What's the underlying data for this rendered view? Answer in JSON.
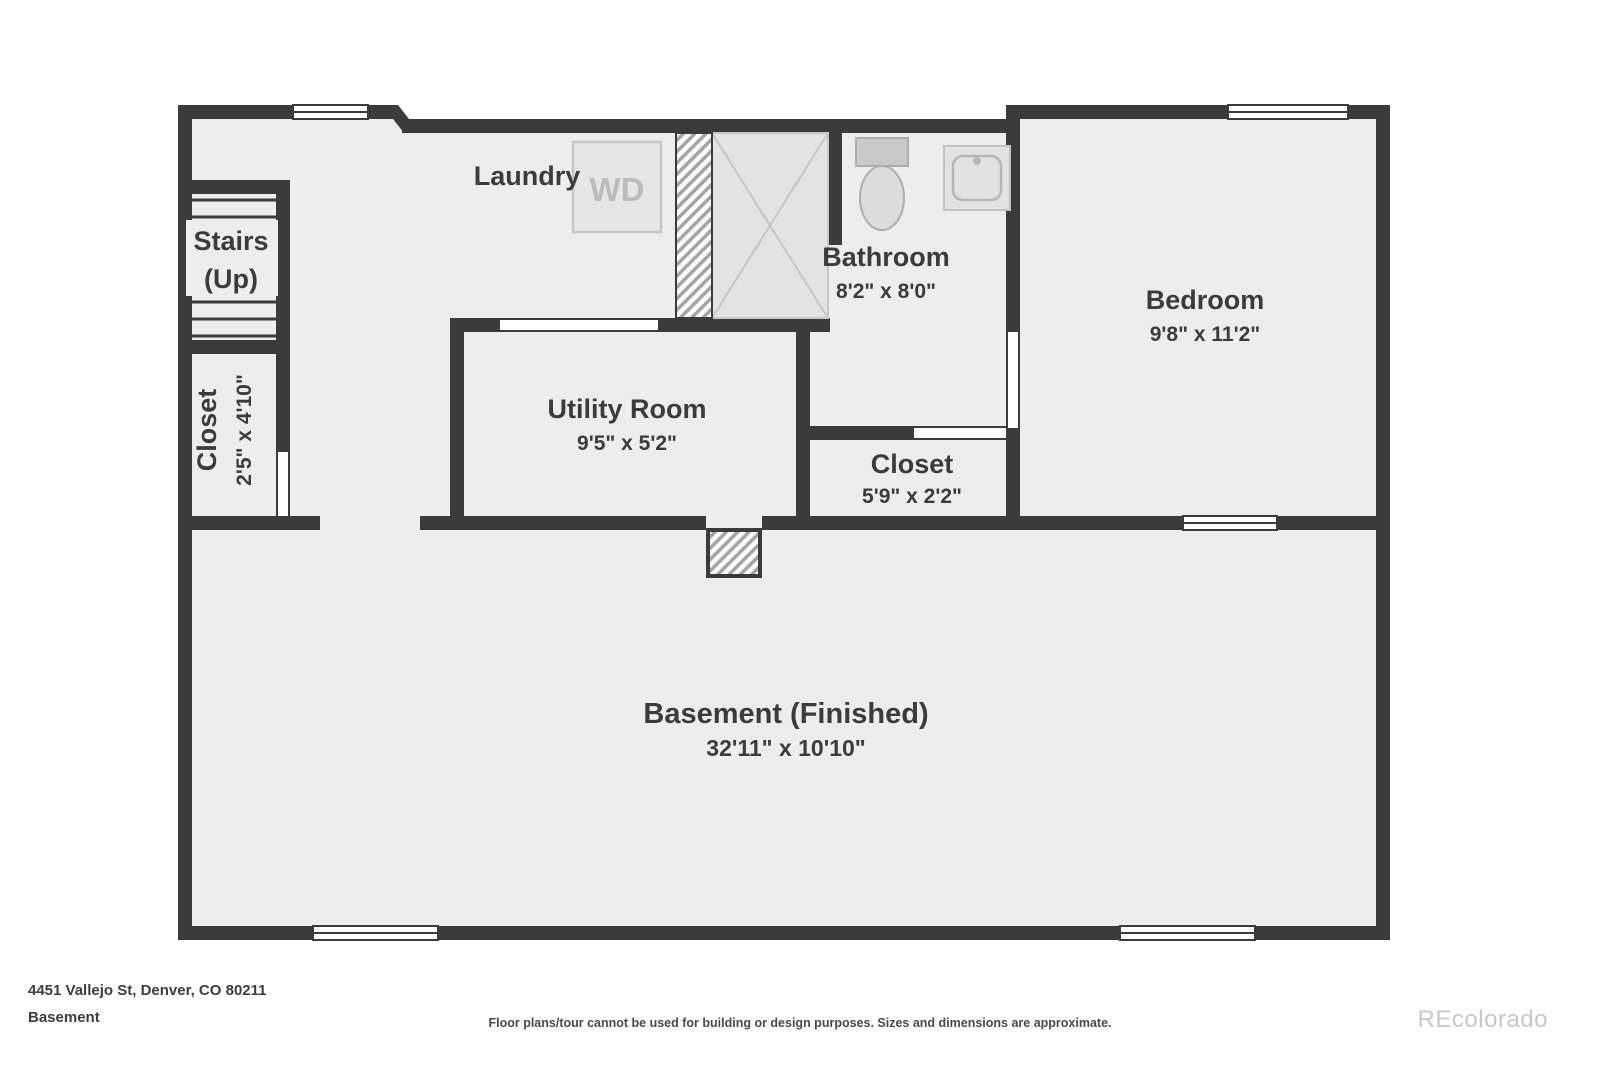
{
  "rooms": {
    "laundry": {
      "name": "Laundry"
    },
    "stairs": {
      "name": "Stairs",
      "name2": "(Up)"
    },
    "closet_left": {
      "name": "Closet",
      "dims": "2'5\" x 4'10\""
    },
    "utility": {
      "name": "Utility Room",
      "dims": "9'5\" x 5'2\""
    },
    "bathroom": {
      "name": "Bathroom",
      "dims": "8'2\" x 8'0\""
    },
    "closet_hall": {
      "name": "Closet",
      "dims": "5'9\" x 2'2\""
    },
    "bedroom": {
      "name": "Bedroom",
      "dims": "9'8\" x 11'2\""
    },
    "basement": {
      "name": "Basement (Finished)",
      "dims": "32'11\" x 10'10\""
    }
  },
  "fixtures": {
    "washer_dryer_label": "WD"
  },
  "footer": {
    "address": "4451 Vallejo St, Denver, CO 80211",
    "floor": "Basement",
    "disclaimer": "Floor plans/tour cannot be used for building or design purposes. Sizes and dimensions are approximate.",
    "watermark": "REcolorado"
  },
  "colors": {
    "wall": "#3b3b3b",
    "room_fill": "#ededed",
    "fixture_gray": "#c6c6c6",
    "label_text": "#3b3b3b",
    "watermark_gray": "#c8c8c8"
  }
}
